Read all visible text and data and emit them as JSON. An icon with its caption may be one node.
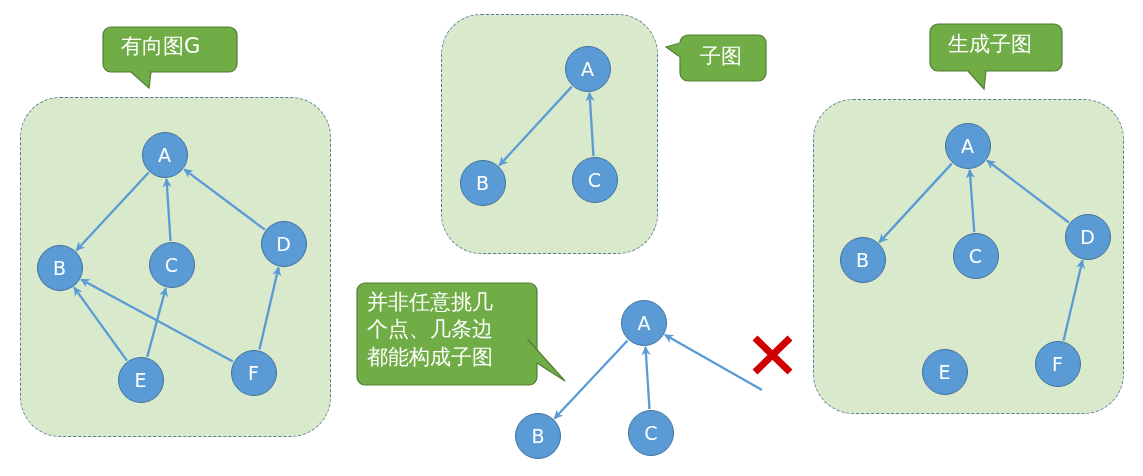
{
  "diagram": {
    "nodes": [
      {
        "text": [
          "有向图G"
        ]
      },
      {
        "text": [],
        "shape": "box"
      },
      {
        "text": [
          "A"
        ],
        "in": 1
      },
      {
        "text": [
          "B"
        ],
        "in": 1
      },
      {
        "text": [
          "C"
        ],
        "in": 1
      },
      {
        "text": [
          "D"
        ],
        "in": 1
      },
      {
        "text": [
          "E"
        ],
        "in": 1
      },
      {
        "text": [
          "F"
        ],
        "in": 1
      },
      {
        "text": [],
        "shape": "box"
      },
      {
        "text": [
          "A"
        ],
        "in": 8
      },
      {
        "text": [
          "B"
        ],
        "in": 8
      },
      {
        "text": [
          "C"
        ],
        "in": 8
      },
      {
        "text": [
          "子图"
        ]
      },
      {
        "text": [
          "生成子图"
        ]
      },
      {
        "text": [],
        "shape": "box"
      },
      {
        "text": [
          "A"
        ],
        "in": 14
      },
      {
        "text": [
          "B"
        ],
        "in": 14
      },
      {
        "text": [
          "C"
        ],
        "in": 14
      },
      {
        "text": [
          "D"
        ],
        "in": 14
      },
      {
        "text": [
          "E"
        ],
        "in": 14
      },
      {
        "text": [
          "F"
        ],
        "in": 14
      },
      {
        "text": [
          "并非任意挑几个点、几条边都能构成子图"
        ]
      },
      {
        "text": [
          "A"
        ]
      },
      {
        "text": [
          "B"
        ]
      },
      {
        "text": [
          "C"
        ]
      }
    ],
    "edges": [
      {
        "from": 2,
        "to": 3,
        "arrow": "to"
      },
      {
        "from": 4,
        "to": 2,
        "arrow": "to"
      },
      {
        "from": 5,
        "to": 2,
        "arrow": "to"
      },
      {
        "from": 6,
        "to": 3,
        "arrow": "to"
      },
      {
        "from": 6,
        "to": 4,
        "arrow": "to"
      },
      {
        "from": 7,
        "to": 3,
        "arrow": "to"
      },
      {
        "from": 7,
        "to": 5,
        "arrow": "to"
      },
      {
        "from": 9,
        "to": 10,
        "arrow": "to"
      },
      {
        "from": 11,
        "to": 9,
        "arrow": "to"
      },
      {
        "from": 15,
        "to": 16,
        "arrow": "to"
      },
      {
        "from": 17,
        "to": 15,
        "arrow": "to"
      },
      {
        "from": 18,
        "to": 15,
        "arrow": "to"
      },
      {
        "from": 20,
        "to": 18,
        "arrow": "to"
      },
      {
        "from": 22,
        "to": 23,
        "arrow": "to"
      },
      {
        "from": 24,
        "to": 22,
        "arrow": "to"
      },
      {
        "from": null,
        "to": 22,
        "arrow": "to"
      }
    ]
  }
}
